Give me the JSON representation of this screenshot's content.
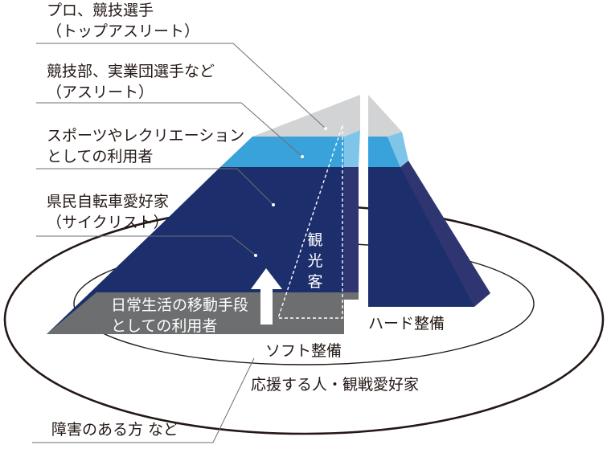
{
  "labels": {
    "top_athlete": {
      "line1": "プロ、競技選手",
      "line2": "（トップアスリート）"
    },
    "club_athlete": {
      "line1": "競技部、実業団選手など",
      "line2": "（アスリート）"
    },
    "recreation": {
      "line1": "スポーツやレクリエーション",
      "line2": "としての利用者"
    },
    "cyclist": {
      "line1": "県民自転車愛好家",
      "line2": "（サイクリスト）"
    },
    "tourist": {
      "chars": [
        "観",
        "光",
        "客"
      ]
    },
    "daily_use": {
      "line1": "日常生活の移動手段",
      "line2": "としての利用者"
    },
    "hard": "ハード整備",
    "soft": "ソフト整備",
    "supporters": "応援する人・観戦愛好家",
    "disability": "障害のある方 など"
  },
  "colors": {
    "navy": "#1c2f6c",
    "navy_side": "#2f3571",
    "sky": "#3aa2db",
    "light_blue": "#7fc5ea",
    "pale_gray": "#d2d3d5",
    "gray_band": "#6d6e70",
    "outline": "#231815",
    "leader": "#6d6e70"
  }
}
